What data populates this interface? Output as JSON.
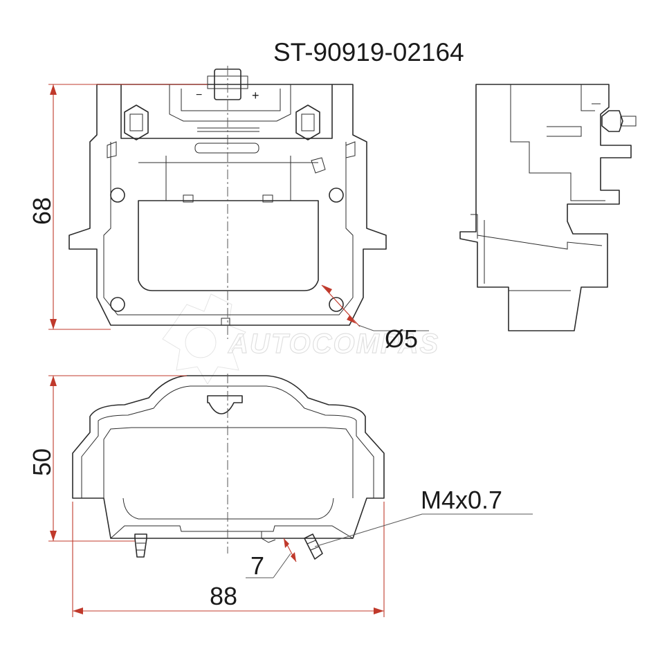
{
  "part_number": "ST-90919-02164",
  "watermark": "AUTOCOMPAS",
  "dimensions": {
    "height_top_view": "68",
    "hole_diameter": "Ø5",
    "height_bottom_view": "50",
    "width": "88",
    "thread": "M4x0.7",
    "stud_length": "7"
  }
}
